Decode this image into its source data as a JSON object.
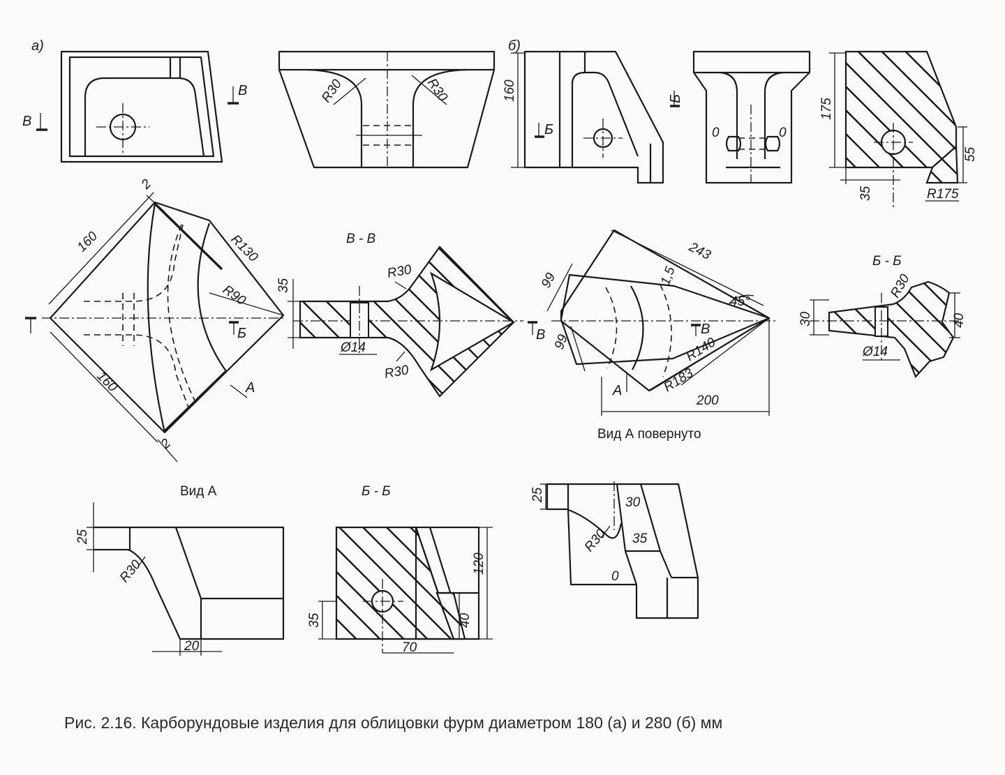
{
  "caption": "Рис. 2.16. Карборундовые изделия для облицовки фурм диаметром 180 (а) и 280 (б) мм",
  "part_labels": {
    "a": "а)",
    "b": "б)"
  },
  "view_titles": {
    "vv": "В - В",
    "bb_top": "Б - Б",
    "vid_a": "Вид А",
    "bb_bottom": "Б - Б",
    "vid_a_rotated": "Вид А повернуто"
  },
  "section_marks": {
    "v": "В",
    "b": "Б",
    "a": "А"
  },
  "dimensions": {
    "d160": "160",
    "d175": "175",
    "d55": "55",
    "d35": "35",
    "dR175": "R175",
    "dR30": "R30",
    "d2": "2",
    "dR130": "R130",
    "dR90": "R90",
    "d14": "Ø14",
    "d243": "243",
    "d99": "99",
    "d15": "1,5",
    "d45": "45°",
    "dR140": "R140",
    "dR183": "R183",
    "d200": "200",
    "d30": "30",
    "d40": "40",
    "d25": "25",
    "d20": "20",
    "d120": "120",
    "d70": "70",
    "d0": "0"
  }
}
